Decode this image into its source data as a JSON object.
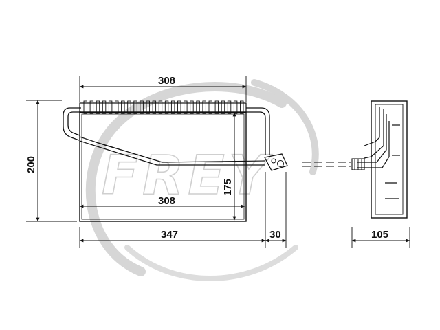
{
  "watermark": {
    "text": "FREY",
    "color": "#cfcfcf"
  },
  "colors": {
    "line": "#111111",
    "watermark": "#cfcfcf",
    "background": "#ffffff"
  },
  "dimensions": {
    "top_width": "308",
    "inner_width": "308",
    "overall_width": "347",
    "pipe_length": "30",
    "height_overall": "200",
    "core_height": "175",
    "depth": "105"
  }
}
